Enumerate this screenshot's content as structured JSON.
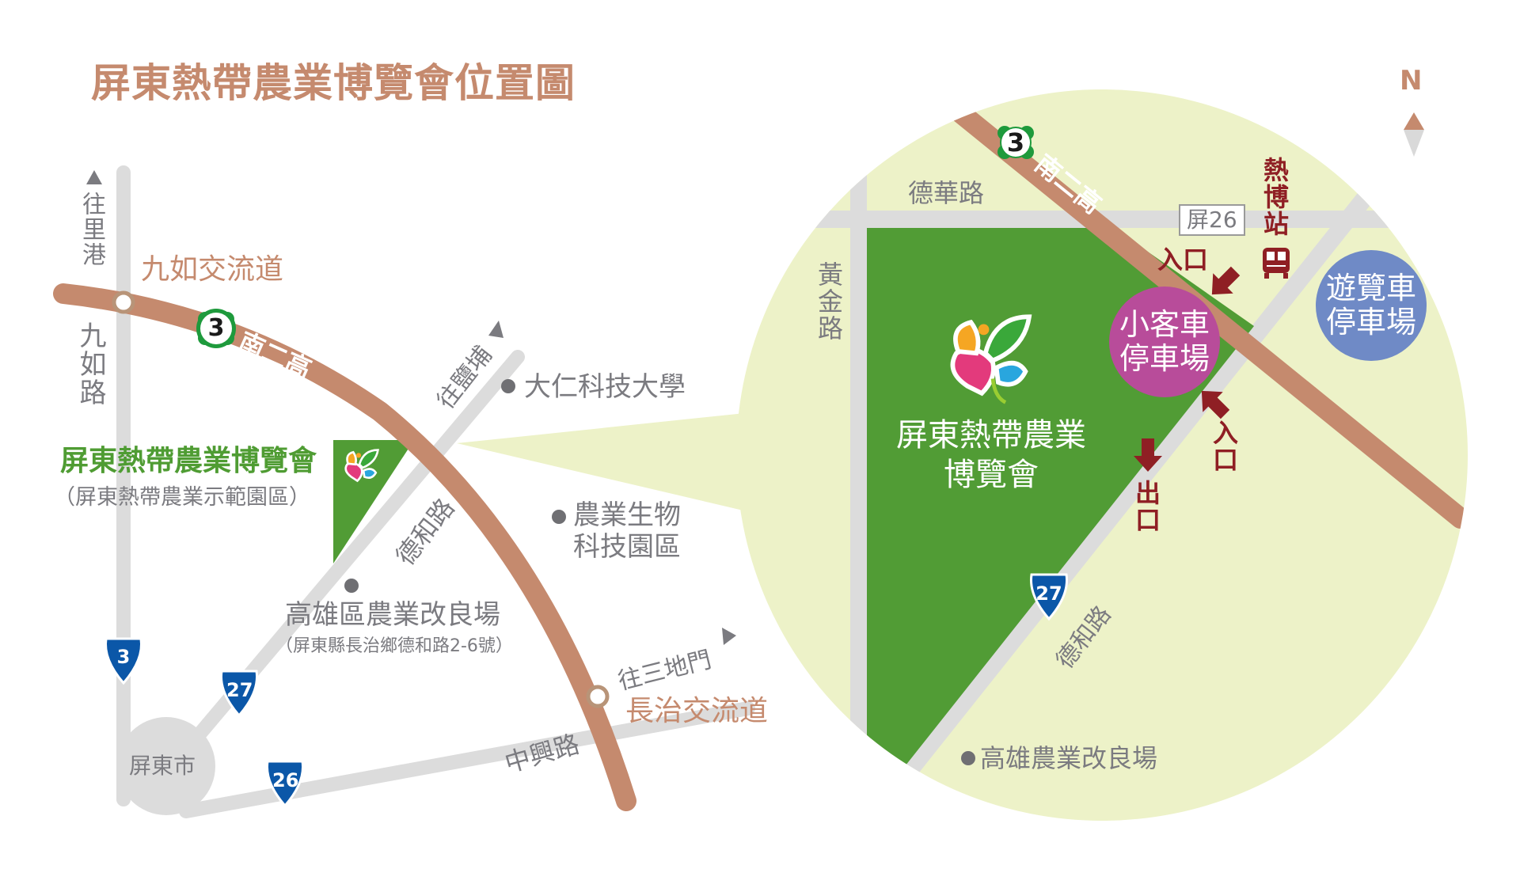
{
  "title": "屏東熱帶農業博覽會位置圖",
  "compass": {
    "label": "N",
    "north_color": "#c58a6e",
    "south_color": "#d9d9d9"
  },
  "colors": {
    "highway": "#c58a6e",
    "road": "#dcdcdc",
    "venue_green": "#519c35",
    "inset_bg": "#edf2c8",
    "label_gray": "#7b7b80",
    "marker_red": "#8f1f24",
    "car_park": "#b84c9a",
    "bus_park": "#6f8ac6",
    "shield_blue": "#0b57a8",
    "national_shield_green": "#1e9a3c"
  },
  "overview": {
    "roads": {
      "jiuru_road": "九如路",
      "to_ligang": "往里港",
      "to_yanpu": "往鹽埔",
      "dehe_road": "德和路",
      "zhongxing_road": "中興路",
      "to_sandimen": "往三地門"
    },
    "highway": {
      "name": "南二高",
      "shield_number": "3"
    },
    "interchanges": {
      "jiuru": "九如交流道",
      "changzhi": "長治交流道"
    },
    "shields": {
      "prov3": "3",
      "prov27": "27",
      "prov26": "26"
    },
    "city": "屏東市",
    "venue": {
      "name": "屏東熱帶農業博覽會",
      "subtitle": "（屏東熱帶農業示範園區）"
    },
    "pois": {
      "tajen": "大仁科技大學",
      "biotech_line1": "農業生物",
      "biotech_line2": "科技園區",
      "kdais_name": "高雄區農業改良場",
      "kdais_address": "（屏東縣長治鄉德和路2-6號）"
    }
  },
  "inset": {
    "roads": {
      "dehua_road": "德華路",
      "huangjin_road": "黃金路",
      "dehe_road": "德和路",
      "ping26": "屏26"
    },
    "highway": {
      "name": "南二高",
      "shield_number": "3"
    },
    "shield27": "27",
    "venue": {
      "line1": "屏東熱帶農業",
      "line2": "博覽會"
    },
    "shuttle_stop": {
      "label": "熱博站",
      "icon": "bus-icon"
    },
    "car_park": {
      "line1": "小客車",
      "line2": "停車場"
    },
    "bus_park": {
      "line1": "遊覽車",
      "line2": "停車場"
    },
    "entrance_1": "入口",
    "entrance_2": "入口",
    "exit": "出口",
    "poi": "高雄農業改良場"
  }
}
